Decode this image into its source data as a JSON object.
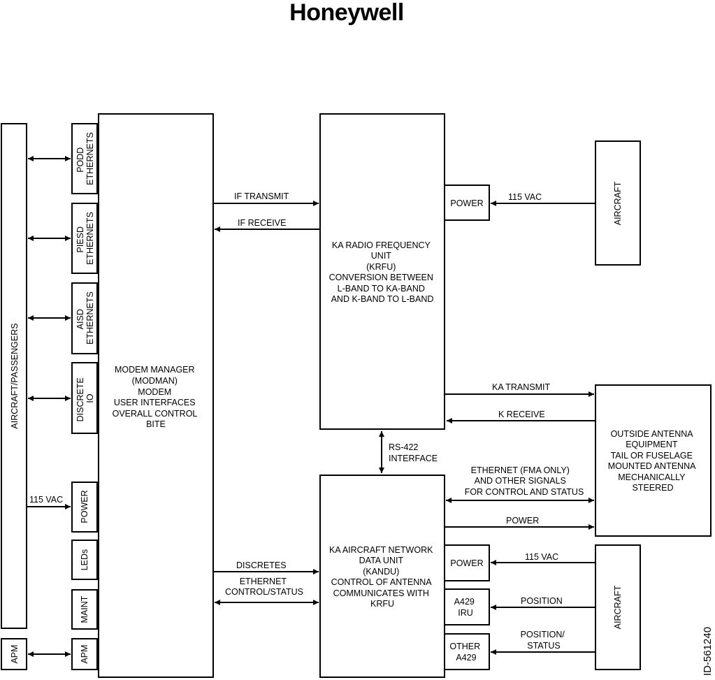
{
  "logo": "Honeywell",
  "doc_id": "ID-561240",
  "left_bus": "AIRCRAFT/PASSENGERS",
  "apm_left": "APM",
  "ports": {
    "podd": [
      "PODD",
      "ETHERNETS"
    ],
    "piesd": [
      "PIESD",
      "ETHERNETS"
    ],
    "aisd": [
      "AISD",
      "ETHERNETS"
    ],
    "discrete": [
      "DISCRETE",
      "IO"
    ],
    "power": "POWER",
    "leds": "LEDs",
    "maint": "MAINT",
    "apm": "APM"
  },
  "vac_left": "115 VAC",
  "modman": [
    "MODEM MANAGER",
    "(MODMAN)",
    "MODEM",
    "USER INTERFACES",
    "OVERALL CONTROL",
    "BITE"
  ],
  "krfu": [
    "KA RADIO FREQUENCY",
    "UNIT",
    "(KRFU)",
    "CONVERSION BETWEEN",
    "L-BAND TO KA-BAND",
    "AND K-BAND TO L-BAND"
  ],
  "krfu_power": "POWER",
  "if_transmit": "IF TRANSMIT",
  "if_receive": "IF RECEIVE",
  "vac_top": "115 VAC",
  "aircraft_top": "AIRCRAFT",
  "ka_transmit": "KA TRANSMIT",
  "k_receive": "K RECEIVE",
  "rs422": [
    "RS-422",
    "INTERFACE"
  ],
  "antenna": [
    "OUTSIDE ANTENNA",
    "EQUIPMENT",
    "TAIL OR FUSELAGE",
    "MOUNTED ANTENNA",
    "MECHANICALLY",
    "STEERED"
  ],
  "ethernet_signals": [
    "ETHERNET (FMA ONLY)",
    "AND OTHER SIGNALS",
    "FOR CONTROL AND STATUS"
  ],
  "power_label": "POWER",
  "kandu": [
    "KA AIRCRAFT NETWORK",
    "DATA UNIT",
    "(KANDU)",
    "CONTROL OF ANTENNA",
    "COMMUNICATES WITH",
    "KRFU"
  ],
  "discretes": "DISCRETES",
  "ethernet_ctrl": [
    "ETHERNET",
    "CONTROL/STATUS"
  ],
  "kandu_power": "POWER",
  "a429_iru": [
    "A429",
    "IRU"
  ],
  "other_a429": [
    "OTHER",
    "A429"
  ],
  "vac_bottom": "115 VAC",
  "position": "POSITION",
  "position_status": [
    "POSITION/",
    "STATUS"
  ],
  "aircraft_bottom": "AIRCRAFT"
}
